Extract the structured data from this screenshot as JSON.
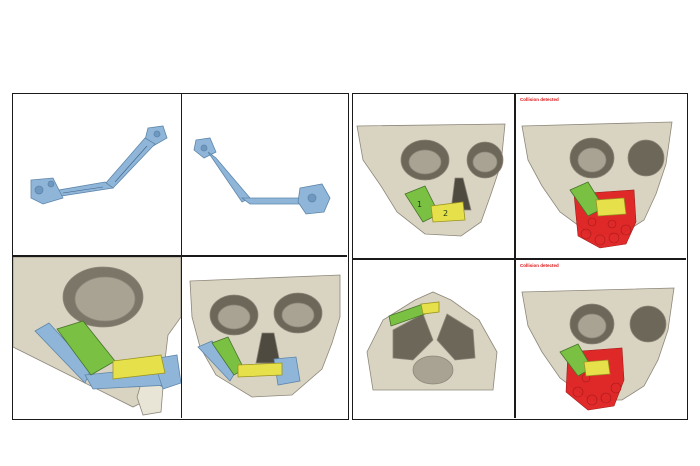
{
  "left_panel": {
    "views": [
      {
        "name": "plate-view-left-lateral"
      },
      {
        "name": "plate-view-right-lateral"
      },
      {
        "name": "plate-on-skull-oblique"
      },
      {
        "name": "plate-on-skull-frontal"
      }
    ]
  },
  "right_panel": {
    "views": [
      {
        "name": "segments-on-skull-frontal",
        "segment_labels": [
          "1",
          "2"
        ]
      },
      {
        "name": "collision-view-frontal",
        "status": "Collision detected"
      },
      {
        "name": "segments-inferior-view"
      },
      {
        "name": "collision-view-frontal-2",
        "status": "Collision detected"
      }
    ]
  },
  "colors": {
    "plate_blue": "#8fb6d9",
    "bone": "#d9d4c2",
    "segment_green": "#7ac143",
    "segment_yellow": "#e6e04a",
    "collision_red": "#e02020",
    "status_text": "#e01010"
  }
}
